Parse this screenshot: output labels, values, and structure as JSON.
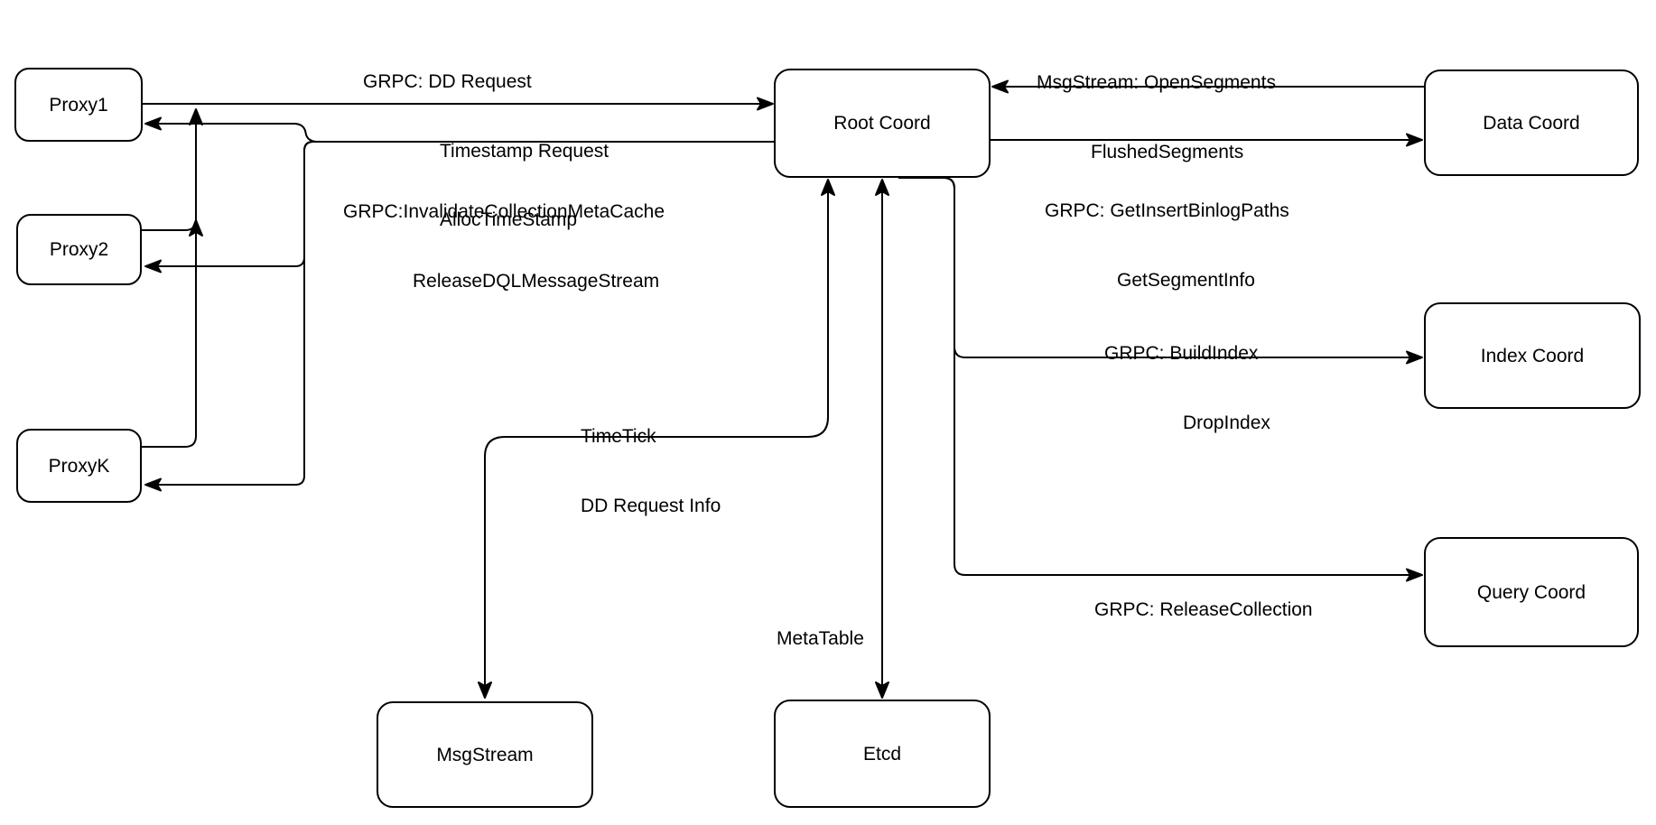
{
  "diagram": {
    "nodes": {
      "proxy1": {
        "label": "Proxy1"
      },
      "proxy2": {
        "label": "Proxy2"
      },
      "proxyk": {
        "label": "ProxyK"
      },
      "root_coord": {
        "label": "Root Coord"
      },
      "data_coord": {
        "label": "Data Coord"
      },
      "index_coord": {
        "label": "Index Coord"
      },
      "query_coord": {
        "label": "Query Coord"
      },
      "msg_stream": {
        "label": "MsgStream"
      },
      "etcd": {
        "label": "Etcd"
      }
    },
    "edge_labels": {
      "proxy_to_root": {
        "line1": "GRPC: DD Request",
        "line2": "Timestamp Request",
        "line3": "AllocTimeStamp"
      },
      "root_to_proxy": {
        "line1": "GRPC:InvalidateCollectionMetaCache",
        "line2": "ReleaseDQLMessageStream"
      },
      "data_to_root": {
        "line1": "MsgStream: OpenSegments",
        "line2": "FlushedSegments"
      },
      "root_to_data": {
        "line1": "GRPC: GetInsertBinlogPaths",
        "line2": "GetSegmentInfo"
      },
      "root_to_index": {
        "line1": "GRPC: BuildIndex",
        "line2": "DropIndex"
      },
      "root_to_query": {
        "line1": "GRPC: ReleaseCollection"
      },
      "root_to_msgstream": {
        "line1": "TimeTick",
        "line2": "DD Request Info"
      },
      "root_to_etcd": {
        "line1": "MetaTable"
      }
    },
    "colors": {
      "stroke": "#000000",
      "node_fill": "#ffffff",
      "text": "#000000",
      "background": "#ffffff"
    }
  }
}
